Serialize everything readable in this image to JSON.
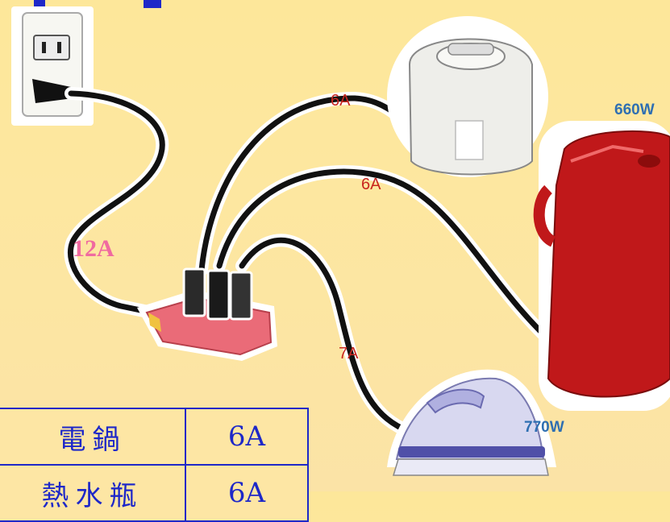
{
  "labels": {
    "cord_current_total": "12A",
    "cord_rice_cooker": "6A",
    "cord_thermos": "6A",
    "cord_iron": "7A",
    "rice_cooker_power": "660W",
    "iron_power": "770W"
  },
  "table": {
    "rows": [
      {
        "appliance": "電鍋",
        "current": "6A"
      },
      {
        "appliance": "熱水瓶",
        "current": "6A"
      }
    ]
  },
  "colors": {
    "background": "#fde79a",
    "table_border": "#1e28c8",
    "cord": "#111111",
    "thermos": "#c0181a",
    "power_strip": "#ea6b78"
  },
  "icons": [
    "wall-outlet-icon",
    "power-strip-icon",
    "rice-cooker-icon",
    "thermos-icon",
    "iron-icon"
  ]
}
